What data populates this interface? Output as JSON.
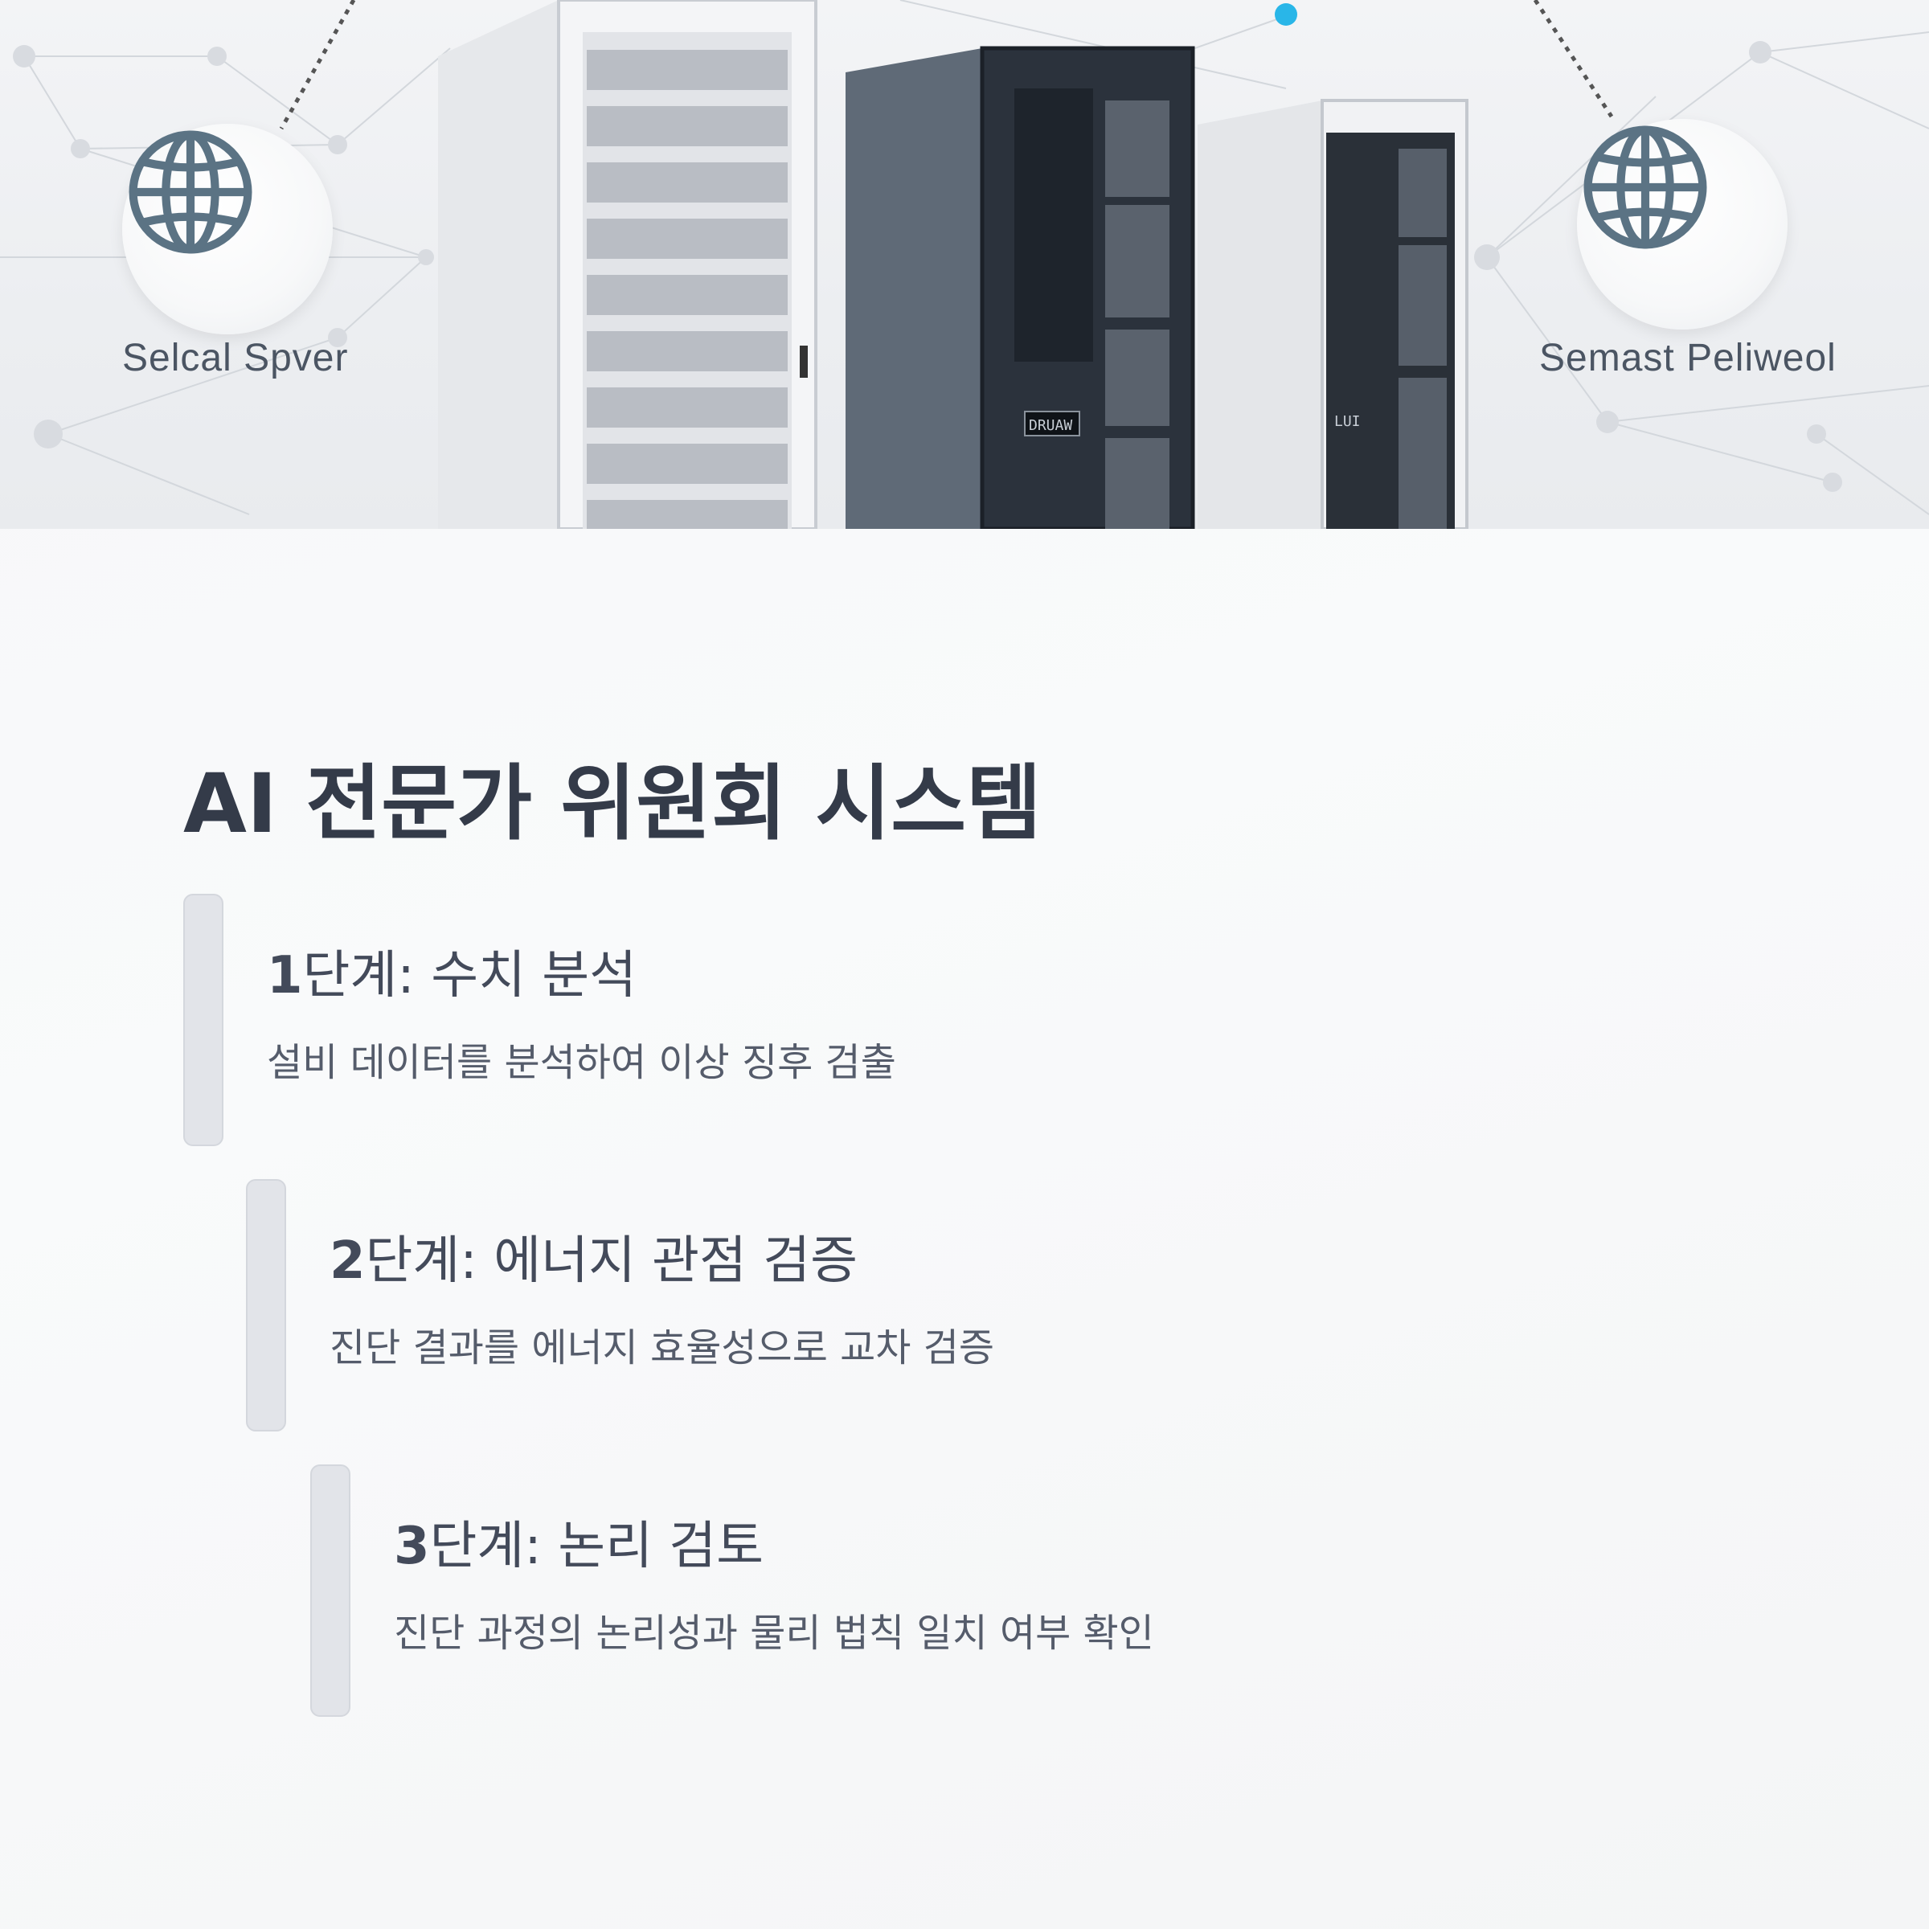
{
  "hero": {
    "left_label": "Selcal Spver",
    "right_label": "Semast Peliweol",
    "rack_display_left": "DRUAW",
    "rack_display_right": "LUI"
  },
  "title": "AI 전문가 위원회 시스템",
  "steps": [
    {
      "number": "1",
      "label": "단계: 수치 분석",
      "description": "설비 데이터를 분석하여 이상 징후 검출"
    },
    {
      "number": "2",
      "label": "단계: 에너지 관점 검증",
      "description": "진단 결과를 에너지 효율성으로 교차 검증"
    },
    {
      "number": "3",
      "label": "단계: 논리 검토",
      "description": "진단 과정의 논리성과 물리 법칙 일치 여부 확인"
    }
  ],
  "colors": {
    "title_text": "#343b49",
    "step_bar": "#e2e4e9",
    "globe_icon": "#5b7384",
    "accent_node": "#29b6e8"
  },
  "icons": [
    "globe-icon",
    "globe-icon"
  ]
}
